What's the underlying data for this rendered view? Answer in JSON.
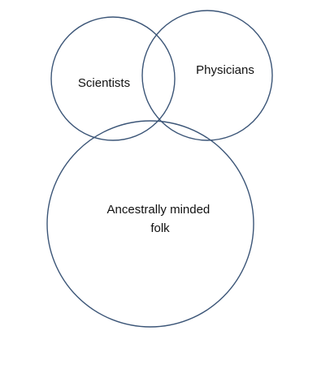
{
  "diagram": {
    "style": {
      "stroke_color": "#3b5577",
      "text_color": "#111111"
    },
    "sets": [
      {
        "label_lines": [
          "Scientists"
        ]
      },
      {
        "label_lines": [
          "Physicians"
        ]
      },
      {
        "label_lines": [
          "Ancestrally minded",
          "folk"
        ]
      }
    ]
  }
}
